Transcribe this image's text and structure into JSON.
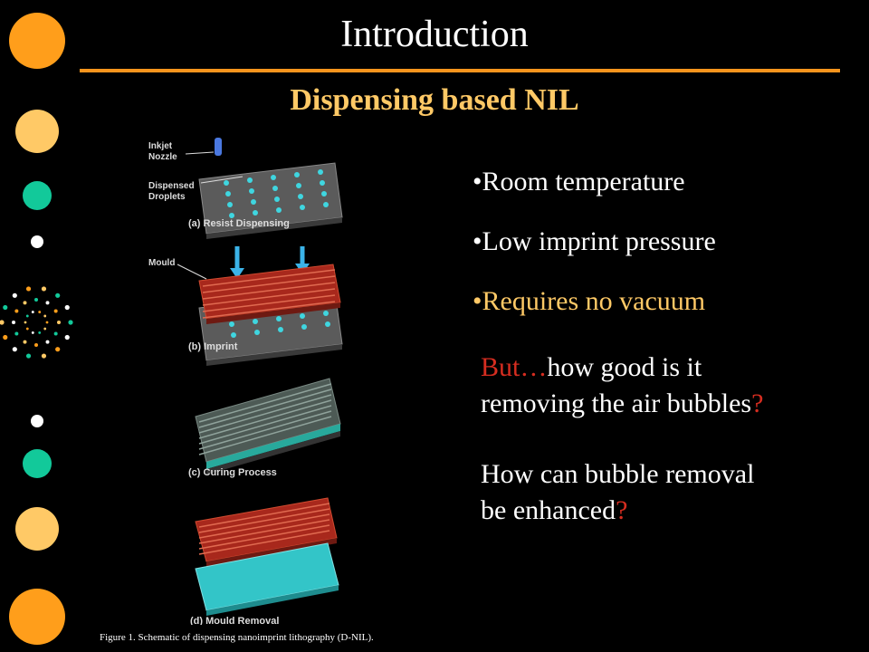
{
  "slide": {
    "title": "Introduction",
    "subtitle": "Dispensing based NIL",
    "accent_color": "#f7941d",
    "subtitle_color": "#ffc966"
  },
  "bullets": [
    {
      "text": "•Room temperature"
    },
    {
      "text": "•Low imprint pressure"
    },
    {
      "text": "•Requires no vacuum"
    }
  ],
  "question1": {
    "lead": "But…",
    "body_line1": "how good is it",
    "body_line2": "removing the air bubbles",
    "mark": "?"
  },
  "question2": {
    "line1": "How can bubble removal",
    "line2": "be enhanced",
    "mark": "?"
  },
  "figure": {
    "label_nozzle_1": "Inkjet",
    "label_nozzle_2": "Nozzle",
    "label_droplets_1": "Dispensed",
    "label_droplets_2": "Droplets",
    "step_a": "(a) Resist Dispensing",
    "label_mould": "Mould",
    "step_b": "(b) Imprint",
    "step_c": "(c) Curing Process",
    "step_d": "(d) Mould Removal",
    "caption": "Figure 1. Schematic of dispensing nanoimprint lithography (D-NIL)."
  },
  "decor_colors": {
    "orange": "#ff9e1b",
    "light_orange": "#ffc966",
    "teal": "#12c99a",
    "white": "#ffffff"
  }
}
